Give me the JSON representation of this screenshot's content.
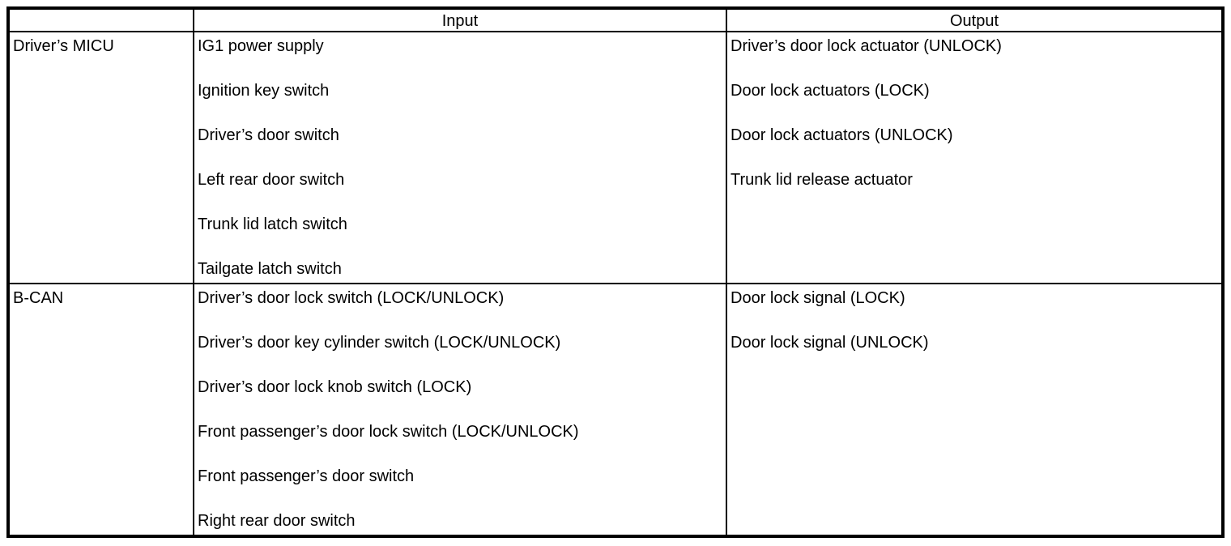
{
  "table": {
    "headers": {
      "source": "",
      "input": "Input",
      "output": "Output"
    },
    "rows": [
      {
        "source": "Driver’s MICU",
        "inputs": [
          "IG1 power supply",
          "Ignition key switch",
          "Driver’s door switch",
          "Left rear door switch",
          "Trunk lid latch switch",
          "Tailgate latch switch"
        ],
        "outputs": [
          "Driver’s door lock actuator (UNLOCK)",
          "Door lock actuators (LOCK)",
          "Door lock actuators (UNLOCK)",
          "Trunk lid release actuator"
        ]
      },
      {
        "source": "B-CAN",
        "inputs": [
          "Driver’s door lock switch (LOCK/UNLOCK)",
          "Driver’s door key cylinder switch (LOCK/UNLOCK)",
          "Driver’s door lock knob switch (LOCK)",
          "Front passenger’s door lock switch (LOCK/UNLOCK)",
          "Front passenger’s door switch",
          "Right rear door switch"
        ],
        "outputs": [
          "Door lock signal (LOCK)",
          "Door lock signal (UNLOCK)"
        ]
      }
    ],
    "colors": {
      "border": "#000000",
      "background": "#ffffff",
      "text": "#000000"
    }
  }
}
